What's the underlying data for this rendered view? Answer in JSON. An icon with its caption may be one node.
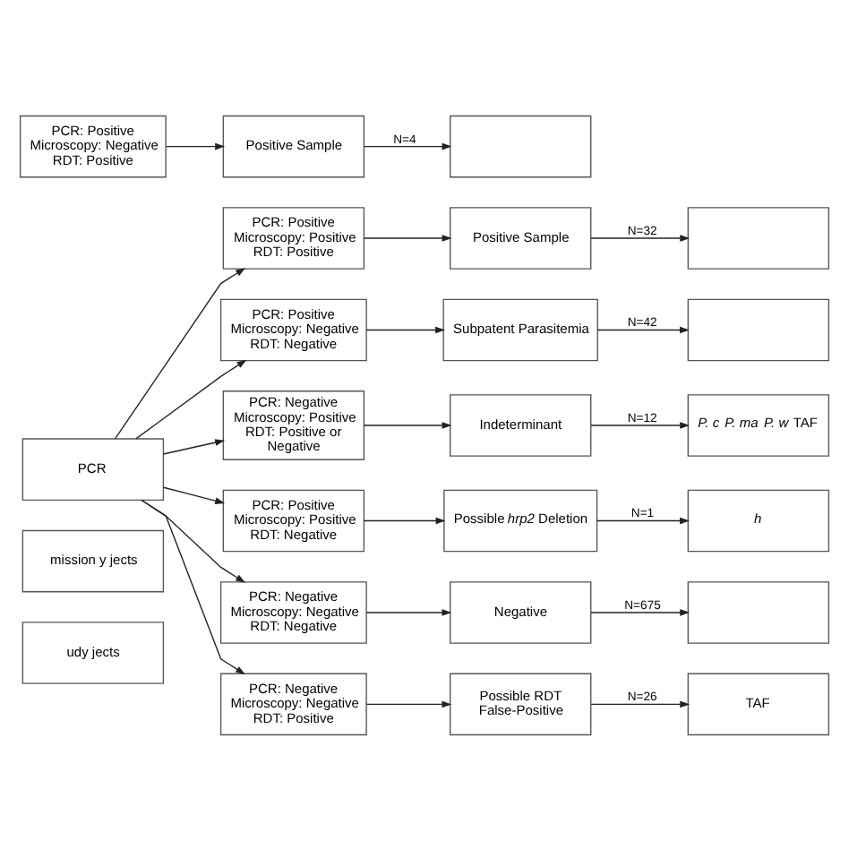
{
  "diagram": {
    "nodes": [
      {
        "text": [
          "udy jects"
        ]
      },
      {
        "text": [
          "mission y jects"
        ]
      },
      {
        "text": [
          "PCR"
        ]
      },
      {
        "text": [
          "PCR: Positive Microscopy: Positive RDT: Positive"
        ]
      },
      {
        "text": [
          "Positive Sample"
        ]
      },
      {
        "text": [],
        "shape": "box"
      },
      {
        "text": [
          "PCR: Positive Microscopy: Negative RDT: Negative"
        ]
      },
      {
        "text": [
          "Subpatent Parasitemia"
        ]
      },
      {
        "text": [],
        "shape": "box"
      },
      {
        "text": [
          "PCR: Negative Microscopy: Positive RDT: Positive or Negative"
        ]
      },
      {
        "text": [
          "Indeterminant"
        ]
      },
      {
        "text": [
          "*P. c* *P. ma* *P. w* TAF"
        ]
      },
      {
        "text": [
          "PCR: Positive Microscopy: Positive RDT: Negative"
        ]
      },
      {
        "text": [
          "Possible *hrp2* Deletion"
        ]
      },
      {
        "text": [
          "*h*"
        ]
      },
      {
        "text": [
          "PCR: Positive Microscopy: Negative RDT: Positive"
        ]
      },
      {
        "text": [
          "Positive Sample"
        ]
      },
      {
        "text": [],
        "shape": "box"
      },
      {
        "text": [
          "PCR: Negative Microscopy: Negative RDT: Negative"
        ]
      },
      {
        "text": [
          "Negative"
        ]
      },
      {
        "text": [],
        "shape": "box"
      },
      {
        "text": [
          "PCR: Negative Microscopy: Negative RDT: Positive"
        ]
      },
      {
        "text": [
          "Possible RDT False-Positive"
        ]
      },
      {
        "text": [
          "TAF"
        ]
      }
    ],
    "edges": [
      {
        "from": 2,
        "to": 3,
        "arrow": "to"
      },
      {
        "from": 2,
        "to": 6,
        "arrow": "to"
      },
      {
        "from": 2,
        "to": 9,
        "arrow": "to"
      },
      {
        "from": 2,
        "to": 12,
        "arrow": "to"
      },
      {
        "from": 2,
        "to": 18,
        "arrow": "to"
      },
      {
        "from": 2,
        "to": 21,
        "arrow": "to"
      },
      {
        "from": 3,
        "to": 4,
        "arrow": "to"
      },
      {
        "from": 4,
        "to": 5,
        "arrow": "to",
        "label": "N=32"
      },
      {
        "from": 6,
        "to": 7,
        "arrow": "to"
      },
      {
        "from": 7,
        "to": 8,
        "arrow": "to",
        "label": "N=42"
      },
      {
        "from": 9,
        "to": 10,
        "arrow": "to"
      },
      {
        "from": 10,
        "to": 11,
        "arrow": "to",
        "label": "N=12"
      },
      {
        "from": 12,
        "to": 13,
        "arrow": "to"
      },
      {
        "from": 13,
        "to": 14,
        "arrow": "to",
        "label": "N=1"
      },
      {
        "from": 15,
        "to": 16,
        "arrow": "to"
      },
      {
        "from": 16,
        "to": 17,
        "arrow": "to",
        "label": "N=4"
      },
      {
        "from": 18,
        "to": 19,
        "arrow": "to"
      },
      {
        "from": 19,
        "to": 20,
        "arrow": "to",
        "label": "N=675"
      },
      {
        "from": 21,
        "to": 22,
        "arrow": "to"
      },
      {
        "from": 22,
        "to": 23,
        "arrow": "to",
        "label": "N=26"
      }
    ]
  }
}
